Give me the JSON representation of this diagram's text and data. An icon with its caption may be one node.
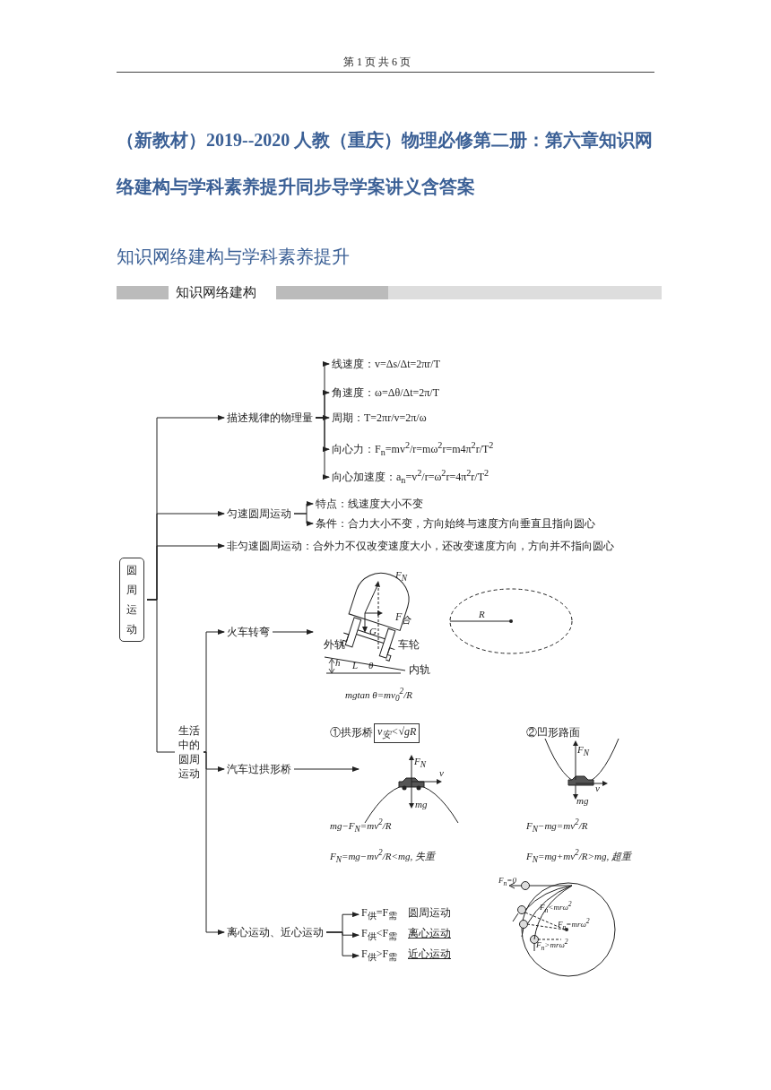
{
  "diagram": {
    "title": "（新教材）2019--2020 人教（重庆）物理必修第二册：第六章知识网络建构与学科素养提升同步导学案讲义含答案",
    "nodes": [
      {
        "text": [
          "圆周运动"
        ]
      },
      {
        "text": [
          "描述规律的物理量"
        ]
      },
      {
        "text": [
          "线速度：v=Δs/Δt=2πr/T"
        ]
      },
      {
        "text": [
          "角速度：ω=Δθ/Δt=2π/T"
        ]
      },
      {
        "text": [
          "周期：T=2πr/v=2π/ω"
        ]
      },
      {
        "text": [
          "向心力：F$_{n}$=mv$^{2}$/r=mω$^{2}$r=m4π$^{2}$r/T$^{2}$"
        ]
      },
      {
        "text": [
          "向心加速度：a$_{n}$=v$^{2}$/r=ω$^{2}$r=4π$^{2}$r/T$^{2}$"
        ]
      },
      {
        "text": [
          "匀速圆周运动"
        ]
      },
      {
        "text": [
          "特点：线速度大小不变"
        ]
      },
      {
        "text": [
          "条件：合力大小不变，方向始终与速度方向垂直且指向圆心"
        ]
      },
      {
        "text": [
          "非匀速圆周运动：合外力不仅改变速度大小，还改变速度方向，方向并不指向圆心"
        ]
      },
      {
        "text": [
          "生活中的圆周运动"
        ]
      },
      {
        "text": [
          "火车转弯"
        ]
      },
      {
        "text": [],
        "shape": "picture"
      },
      {
        "text": [
          "汽车过拱形桥"
        ]
      },
      {
        "text": [],
        "shape": "picture"
      },
      {
        "text": [
          "离心运动、近心运动"
        ]
      },
      {
        "text": [
          "F$_{供}$=F$_{需}$"
        ],
        "beside": [
          "圆周运动"
        ]
      },
      {
        "text": [
          "F$_{供}$<F$_{需}$"
        ],
        "beside": [
          "离心运动"
        ]
      },
      {
        "text": [
          "F$_{供}$>F$_{需}$"
        ],
        "beside": [
          "近心运动"
        ]
      }
    ],
    "edges": [
      {
        "from": 0,
        "to": 1,
        "arrow": "to"
      },
      {
        "from": 0,
        "to": 7,
        "arrow": "to"
      },
      {
        "from": 0,
        "to": 10,
        "arrow": "to"
      },
      {
        "from": 0,
        "to": 11,
        "arrow": "none"
      },
      {
        "from": 1,
        "to": 2,
        "arrow": "to"
      },
      {
        "from": 1,
        "to": 3,
        "arrow": "to"
      },
      {
        "from": 1,
        "to": 4,
        "arrow": "to"
      },
      {
        "from": 1,
        "to": 5,
        "arrow": "to"
      },
      {
        "from": 1,
        "to": 6,
        "arrow": "to"
      },
      {
        "from": 7,
        "to": 8,
        "arrow": "to"
      },
      {
        "from": 7,
        "to": 9,
        "arrow": "to"
      },
      {
        "from": 11,
        "to": 12,
        "arrow": "to"
      },
      {
        "from": 11,
        "to": 14,
        "arrow": "to"
      },
      {
        "from": 11,
        "to": 16,
        "arrow": "to"
      },
      {
        "from": 12,
        "to": 13,
        "arrow": "to"
      },
      {
        "from": 14,
        "to": 15,
        "arrow": "to"
      },
      {
        "from": 16,
        "to": 17,
        "arrow": "to"
      },
      {
        "from": 16,
        "to": 18,
        "arrow": "to"
      },
      {
        "from": 16,
        "to": 19,
        "arrow": "to"
      }
    ],
    "labels": [
      "第 1 页 共 6 页",
      "知识网络建构与学科素养提升",
      "知识网络建构",
      "F$_{N}$",
      "F$_{合}$",
      "G",
      "外轨",
      "车轮",
      "h",
      "L",
      "θ",
      "内轨",
      "mgtan θ=mv$_{0}$$^{2}$/R",
      "R",
      "①拱形桥",
      "v$_{安}$<√gR",
      "F$_{N}$",
      "v",
      "mg",
      "mg−F$_{N}$=mv$^{2}$/R",
      "F$_{N}$=mg−mv$^{2}$/R<mg, 失重",
      "②凹形路面",
      "F$_{N}$",
      "v",
      "mg",
      "F$_{N}$−mg=mv$^{2}$/R",
      "F$_{N}$=mg+mv$^{2}$/R>mg, 超重",
      "F$_{n}$=0",
      "F$_{n}$<mrω$^{2}$",
      "F$_{n}$=mrω$^{2}$",
      "F$_{n}$>mrω$^{2}$"
    ]
  }
}
